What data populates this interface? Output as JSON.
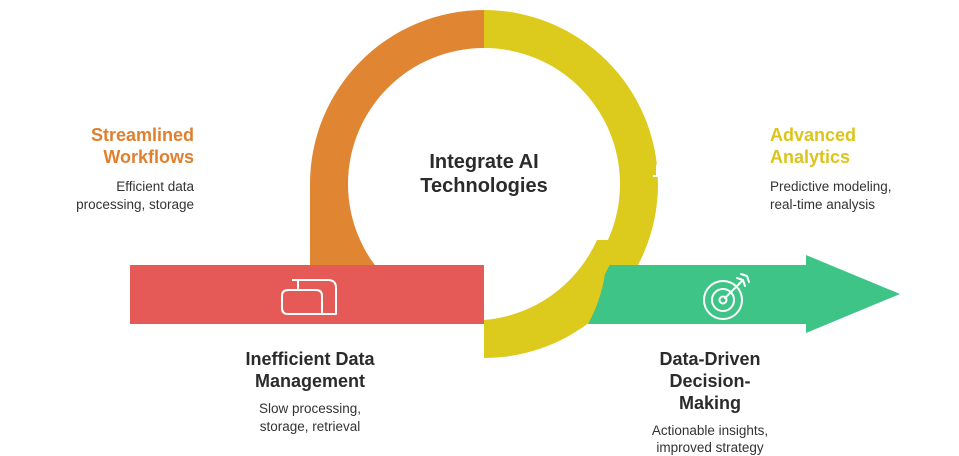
{
  "center": {
    "title_line1": "Integrate AI",
    "title_line2": "Technologies"
  },
  "streamlined": {
    "title_line1": "Streamlined",
    "title_line2": "Workflows",
    "desc_line1": "Efficient data",
    "desc_line2": "processing, storage",
    "icon": "gear-icon"
  },
  "analytics": {
    "title_line1": "Advanced",
    "title_line2": "Analytics",
    "desc_line1": "Predictive modeling,",
    "desc_line2": "real-time analysis",
    "icon": "bar-chart-icon"
  },
  "inefficient": {
    "title_line1": "Inefficient Data",
    "title_line2": "Management",
    "desc_line1": "Slow processing,",
    "desc_line2": "storage, retrieval",
    "icon": "documents-icon"
  },
  "decision": {
    "title_line1": "Data-Driven",
    "title_line2": "Decision-",
    "title_line3": "Making",
    "desc_line1": "Actionable insights,",
    "desc_line2": "improved strategy",
    "icon": "target-icon"
  },
  "colors": {
    "orange": "#e08633",
    "yellow": "#dcca1c",
    "red": "#e55a56",
    "green": "#3ec487",
    "orange_text": "#e07f2e",
    "yellow_text": "#dcc51a"
  }
}
